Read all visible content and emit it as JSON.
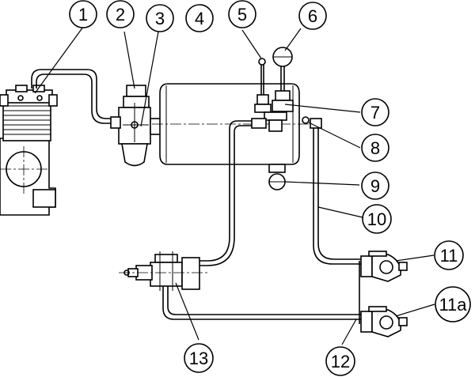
{
  "callouts": [
    {
      "id": "1",
      "label": "1"
    },
    {
      "id": "2",
      "label": "2"
    },
    {
      "id": "3",
      "label": "3"
    },
    {
      "id": "4",
      "label": "4"
    },
    {
      "id": "5",
      "label": "5"
    },
    {
      "id": "6",
      "label": "6"
    },
    {
      "id": "7",
      "label": "7"
    },
    {
      "id": "8",
      "label": "8"
    },
    {
      "id": "9",
      "label": "9"
    },
    {
      "id": "10",
      "label": "10"
    },
    {
      "id": "11",
      "label": "11"
    },
    {
      "id": "11a",
      "label": "11a"
    },
    {
      "id": "12",
      "label": "12"
    },
    {
      "id": "13",
      "label": "13"
    }
  ],
  "colors": {
    "line": "#000000",
    "background": "#ffffff"
  }
}
